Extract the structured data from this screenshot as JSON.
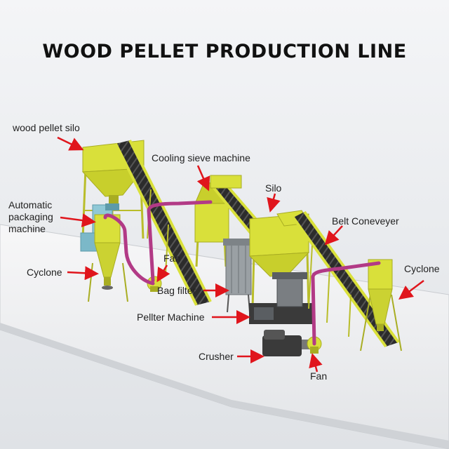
{
  "title": "WOOD PELLET PRODUCTION LINE",
  "labels": {
    "wood_pellet_silo": "wood pellet silo",
    "cooling_sieve_machine": "Cooling sieve machine",
    "silo": "Silo",
    "automatic_packaging_machine": "Automatic packaging machine",
    "belt_conveyor": "Belt Coneveyer",
    "fan_top": "Fan",
    "cyclone_left": "Cyclone",
    "cyclone_right": "Cyclone",
    "bag_filter": "Bag filter",
    "pellet_machine": "Pellter Machine",
    "crusher": "Crusher",
    "fan_bottom": "Fan"
  },
  "colors": {
    "equipment_yellow": "#d9e03a",
    "equipment_yellow_dark": "#a8ad22",
    "pipe": "#b23a86",
    "arrow": "#e0151c",
    "machine_dark": "#3a3a3a",
    "packaging_blue": "#8fc8d6"
  }
}
